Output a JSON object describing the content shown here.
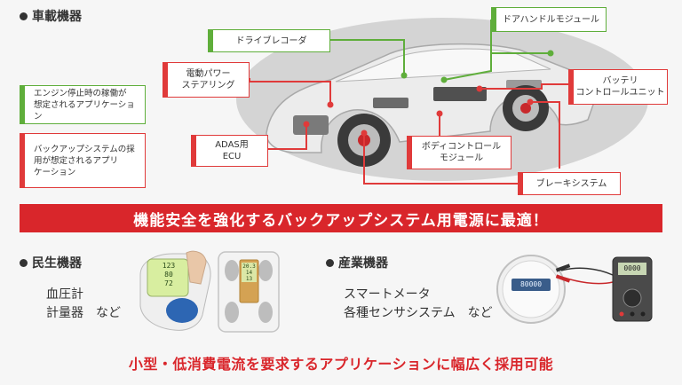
{
  "automotive": {
    "title": "車載機器",
    "callouts": {
      "drive_recorder": "ドライブレコーダ",
      "door_handle": "ドアハンドルモジュール",
      "eps_line1": "電動パワー",
      "eps_line2": "ステアリング",
      "battery_line1": "バッテリ",
      "battery_line2": "コントロールユニット",
      "adas_line1": "ADAS用",
      "adas_line2": "ECU",
      "body_line1": "ボディコントロール",
      "body_line2": "モジュール",
      "brake": "ブレーキシステム"
    },
    "legend": {
      "green_line1": "エンジン停止時の稼働が",
      "green_line2": "想定されるアプリケーション",
      "red_line1": "バックアップシステムの採",
      "red_line2": "用が想定されるアプリ",
      "red_line3": "ケーション"
    },
    "colors": {
      "green": "#5fae3b",
      "red": "#e03a3a"
    }
  },
  "banner": {
    "text": "機能安全を強化するバックアップシステム用電源に最適！",
    "color": "#d9262b"
  },
  "consumer": {
    "title": "民生機器",
    "items": [
      "血圧計",
      "計量器　など"
    ],
    "bp_display": [
      "123",
      "80",
      "72"
    ],
    "scale_display": [
      "20.3",
      "14",
      "13"
    ]
  },
  "industrial": {
    "title": "産業機器",
    "items": [
      "スマートメータ",
      "各種センサシステム　など"
    ],
    "meter_display": "80000",
    "multimeter_display": "0000"
  },
  "slogan": "小型・低消費電流を要求するアプリケーションに幅広く採用可能"
}
